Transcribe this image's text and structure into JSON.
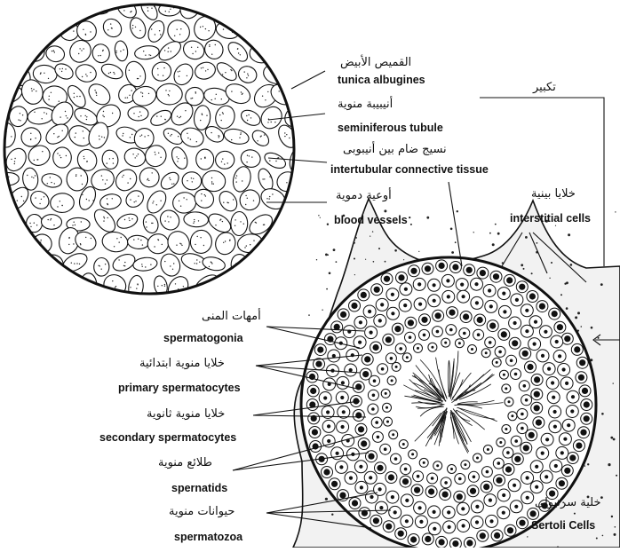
{
  "diagram": {
    "labels": {
      "tunica_ar": "القميص الأبيض",
      "tunica_en": "tunica albugines",
      "magnification_ar": "تكبير",
      "tubule_ar": "أنيبيبة منوية",
      "tubule_en": "seminiferous tubule",
      "connective_ar": "نسيج ضام بين أنيبوبى",
      "connective_en": "intertubular connective tissue",
      "vessels_ar": "أوعية دموية",
      "vessels_en": "blood vessels",
      "interstitial_ar": "خلايا بينية",
      "interstitial_en": "interstitial cells",
      "spermatogonia_ar": "أمهات المنى",
      "spermatogonia_en": "spermatogonia",
      "primary_ar": "خلايا منوية ابتدائية",
      "primary_en": "primary spermatocytes",
      "secondary_ar": "خلايا منوية ثانوية",
      "secondary_en": "secondary spermatocytes",
      "spermatids_ar": "طلائع منوية",
      "spermatids_en": "spernatids",
      "spermatozoa_ar": "حيوانات منوية",
      "spermatozoa_en": "spermatozoa",
      "sertoli_ar": "خلية سرتيولى",
      "sertoli_en": "Sertoli Cells"
    },
    "colors": {
      "ink": "#111111",
      "paper": "#ffffff",
      "stipple": "#222222"
    }
  }
}
